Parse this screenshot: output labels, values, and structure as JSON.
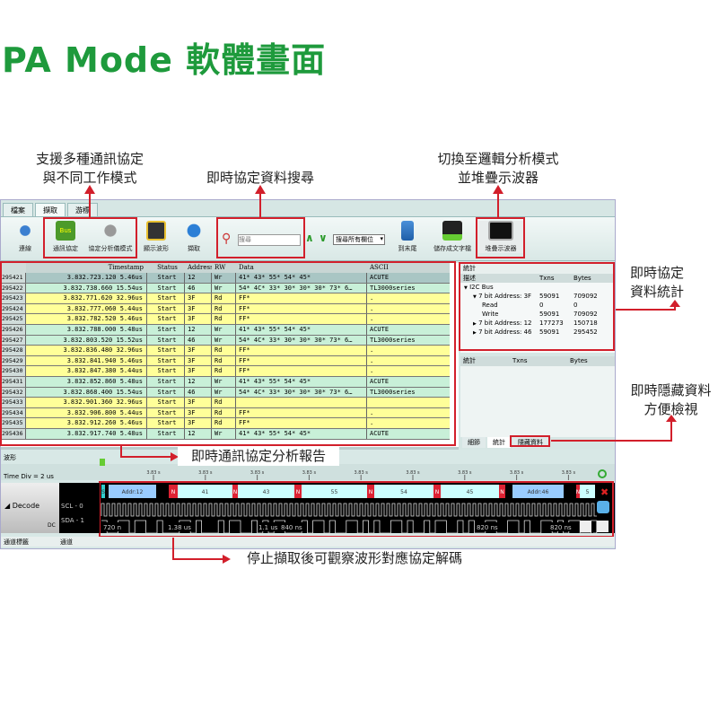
{
  "title": "PA Mode 軟體畫面",
  "annotations": {
    "protocols": [
      "支援多種通訊協定",
      "與不同工作模式"
    ],
    "search": "即時協定資料搜尋",
    "switch": [
      "切換至邏輯分析模式",
      "並堆疊示波器"
    ],
    "stats": [
      "即時協定",
      "資料統計"
    ],
    "hide": [
      "即時隱藏資料",
      "方便檢視"
    ],
    "report": "即時通訊協定分析報告",
    "decode": "停止擷取後可觀察波形對應協定解碼"
  },
  "colors": {
    "accent": "#d21f2b",
    "title": "#1e9a3c",
    "row_wr": "#c8f0d8",
    "row_rd": "#ffff99"
  },
  "tabs": [
    "檔案",
    "擷取",
    "游標"
  ],
  "toolbar": {
    "connect": "連線",
    "protocol": "通訊協定",
    "analyzer_mode": "協定分析儀模式",
    "show_wave": "顯示波形",
    "capture": "擷取",
    "search_placeholder": "搜尋",
    "search_scope": "搜尋所有欄位",
    "to_end": "到末尾",
    "save_text": "儲存成文字檔",
    "stack_scope": "堆疊示波器",
    "protocol_icon_text": "Bus"
  },
  "table": {
    "headers": [
      "",
      "Timestamp",
      "Status",
      "Address",
      "RW",
      "Data",
      "ASCII"
    ],
    "rows": [
      [
        "295421",
        "3.832.723.120 5.46us",
        "Start",
        "12",
        "Wr",
        "41* 43* 55* 54* 45*",
        "ACUTE"
      ],
      [
        "295422",
        "3.832.738.660 15.54us",
        "Start",
        "46",
        "Wr",
        "54* 4C* 33* 30* 30* 30* 73* 6…",
        "TL3000series"
      ],
      [
        "295423",
        "3.832.771.620 32.96us",
        "Start",
        "3F",
        "Rd",
        "FF*",
        "."
      ],
      [
        "295424",
        "3.832.777.060 5.44us",
        "Start",
        "3F",
        "Rd",
        "FF*",
        "."
      ],
      [
        "295425",
        "3.832.782.520 5.46us",
        "Start",
        "3F",
        "Rd",
        "FF*",
        "."
      ],
      [
        "295426",
        "3.832.788.000 5.48us",
        "Start",
        "12",
        "Wr",
        "41* 43* 55* 54* 45*",
        "ACUTE"
      ],
      [
        "295427",
        "3.832.803.520 15.52us",
        "Start",
        "46",
        "Wr",
        "54* 4C* 33* 30* 30* 30* 73* 6…",
        "TL3000series"
      ],
      [
        "295428",
        "3.832.836.480 32.96us",
        "Start",
        "3F",
        "Rd",
        "FF*",
        "."
      ],
      [
        "295429",
        "3.832.841.940 5.46us",
        "Start",
        "3F",
        "Rd",
        "FF*",
        "."
      ],
      [
        "295430",
        "3.832.847.380 5.44us",
        "Start",
        "3F",
        "Rd",
        "FF*",
        "."
      ],
      [
        "295431",
        "3.832.852.860 5.48us",
        "Start",
        "12",
        "Wr",
        "41* 43* 55* 54* 45*",
        "ACUTE"
      ],
      [
        "295432",
        "3.832.868.400 15.54us",
        "Start",
        "46",
        "Wr",
        "54* 4C* 33* 30* 30* 30* 73* 6…",
        "TL3000series"
      ],
      [
        "295433",
        "3.832.901.360 32.96us",
        "Start",
        "3F",
        "Rd",
        "",
        ""
      ],
      [
        "295434",
        "3.832.906.800 5.44us",
        "Start",
        "3F",
        "Rd",
        "FF*",
        "."
      ],
      [
        "295435",
        "3.832.912.260 5.46us",
        "Start",
        "3F",
        "Rd",
        "FF*",
        "."
      ],
      [
        "295436",
        "3.832.917.740 5.48us",
        "Start",
        "12",
        "Wr",
        "41* 43* 55* 54* 45*",
        "ACUTE"
      ]
    ]
  },
  "stats": {
    "title": "統計",
    "headers": [
      "描述",
      "Txns",
      "Bytes"
    ],
    "tree": [
      {
        "label": "I2C Bus",
        "txns": "",
        "bytes": "",
        "level": 0,
        "arrow": "▼"
      },
      {
        "label": "7 bit Address: 3F",
        "txns": "59091",
        "bytes": "709092",
        "level": 1,
        "arrow": "▼"
      },
      {
        "label": "Read",
        "txns": "0",
        "bytes": "0",
        "level": 2,
        "arrow": ""
      },
      {
        "label": "Write",
        "txns": "59091",
        "bytes": "709092",
        "level": 2,
        "arrow": ""
      },
      {
        "label": "7 bit Address: 12",
        "txns": "177273",
        "bytes": "150718",
        "level": 1,
        "arrow": "▶"
      },
      {
        "label": "7 bit Address: 46",
        "txns": "59091",
        "bytes": "295452",
        "level": 1,
        "arrow": "▶"
      }
    ],
    "panel2_headers": [
      "統計",
      "Txns",
      "Bytes"
    ],
    "bottom_tabs": [
      "細節",
      "統計",
      "隱藏資料"
    ]
  },
  "waveform": {
    "title": "波形",
    "time_div": "Time Div = 2 us",
    "ticks": [
      "3.83 s",
      "3.83 s",
      "3.83 s",
      "3.83 s",
      "3.83 s",
      "3.83 s",
      "3.83 s",
      "3.83 s",
      "3.83 s"
    ],
    "group": "Decode",
    "dc": "DC",
    "channels": [
      "SCL - 0",
      "SDA - 1"
    ],
    "decode_labels": [
      "S",
      "Addr:12",
      "N",
      "41",
      "N",
      "43",
      "N",
      "55",
      "N",
      "54",
      "N",
      "45",
      "N",
      "Addr:46",
      "N",
      "5"
    ],
    "sda_labels": [
      "720 n",
      "1.38 us",
      "1.1 us",
      "840 ns",
      "820 ns",
      "820 ns"
    ],
    "footer": [
      "通道標籤",
      "通道"
    ]
  }
}
